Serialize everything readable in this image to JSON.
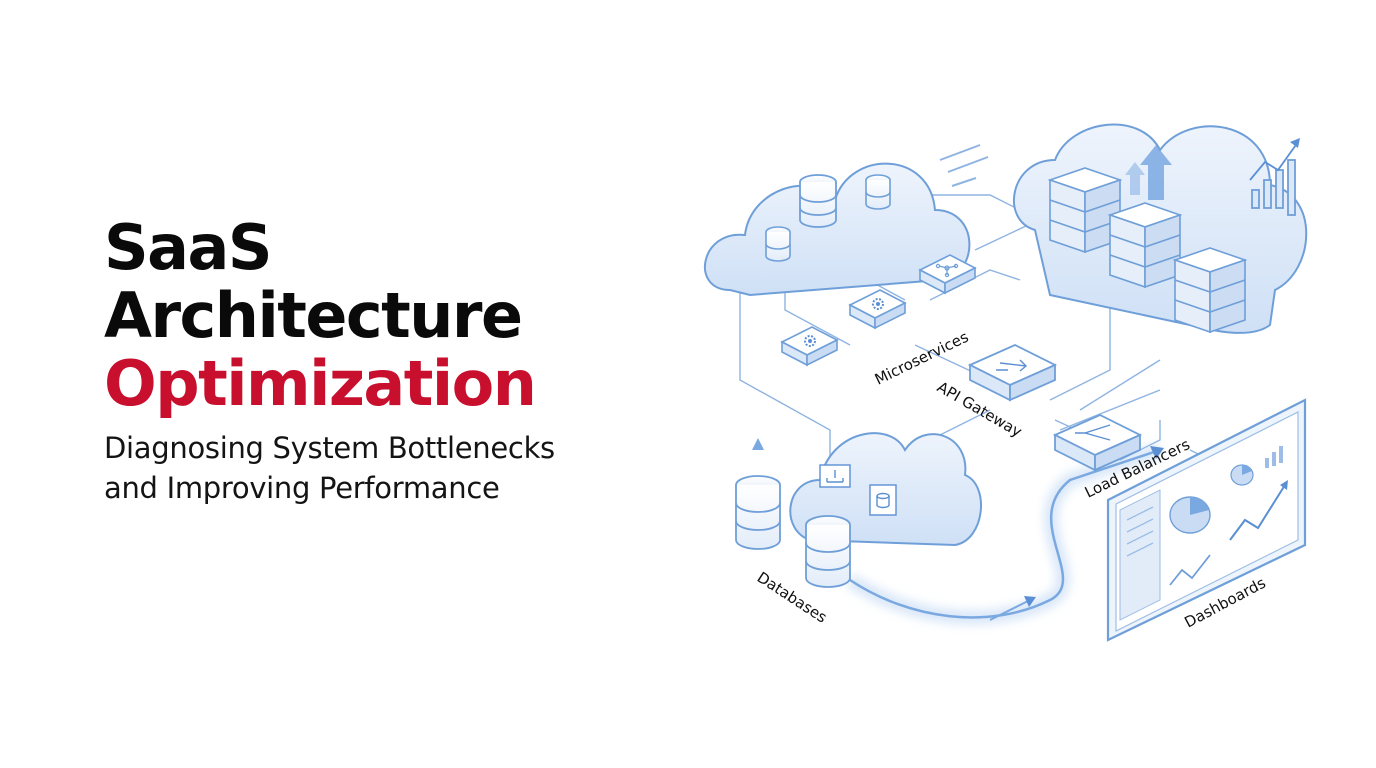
{
  "title": {
    "line1": "SaaS",
    "line2": "Architecture",
    "line3": "Optimization"
  },
  "subtitle": {
    "line1": "Diagnosing System Bottlenecks",
    "line2": "and Improving Performance"
  },
  "labels": {
    "microservices": "Microservices",
    "api_gateway": "API Gateway",
    "load_balancers": "Load Balancers",
    "databases": "Databases",
    "dashboards": "Dashboards"
  },
  "colors": {
    "accent": "#c8102e",
    "ink": "#0a0a0a",
    "line_blue": "#6f9fd8",
    "fill_blue": "#dbe8f8",
    "glow_blue": "#a9c9f0"
  },
  "icons": [
    "cloud-icon",
    "database-icon",
    "server-rack-icon",
    "gear-icon",
    "network-icon",
    "router-icon",
    "dashboard-screen-icon",
    "trend-chart-icon",
    "upload-arrow-icon"
  ]
}
